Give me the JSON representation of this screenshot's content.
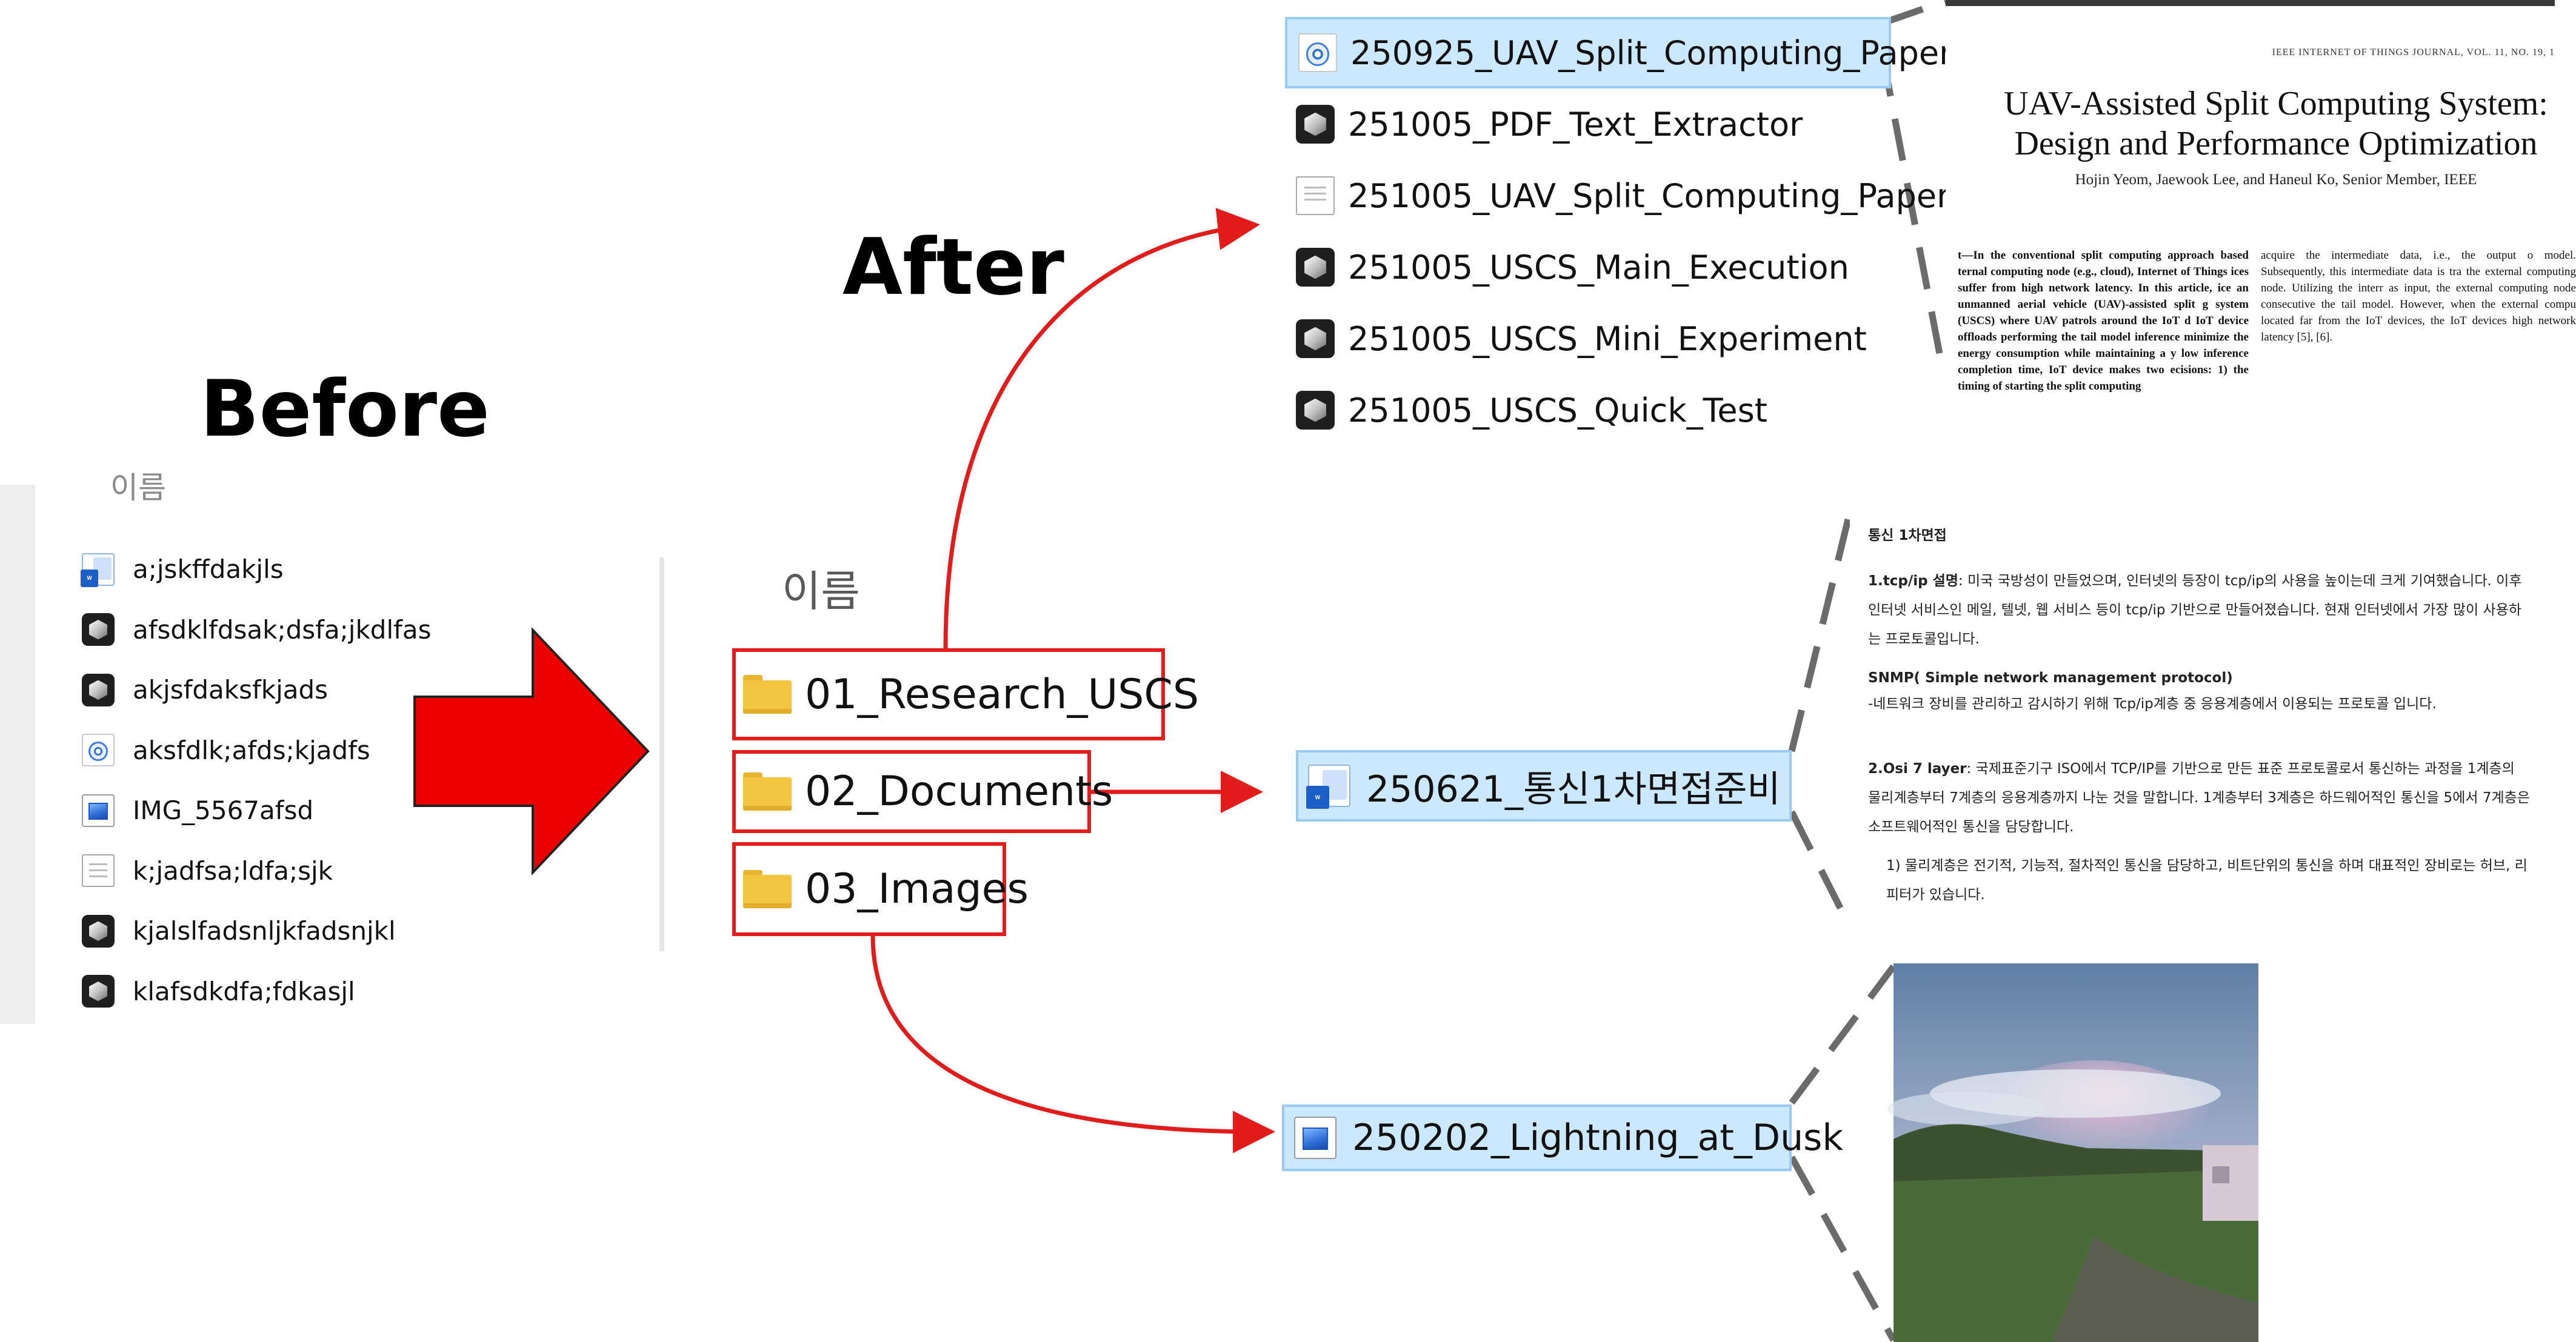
{
  "headings": {
    "before": "Before",
    "after": "After"
  },
  "before_panel": {
    "column_header": "이름",
    "files": [
      {
        "name": "a;jskffdakjls",
        "icon": "word-doc-icon"
      },
      {
        "name": "afsdklfdsak;dsfa;jkdlfas",
        "icon": "app-icon"
      },
      {
        "name": "akjsfdaksfkjads",
        "icon": "app-icon"
      },
      {
        "name": "aksfdlk;afds;kjadfs",
        "icon": "chrome-html-icon"
      },
      {
        "name": "IMG_5567afsd",
        "icon": "image-file-icon"
      },
      {
        "name": "k;jadfsa;ldfa;sjk",
        "icon": "text-doc-icon"
      },
      {
        "name": "kjalslfadsnljkfadsnjkl",
        "icon": "app-icon"
      },
      {
        "name": "klafsdkdfa;fdkasjl",
        "icon": "app-icon"
      }
    ]
  },
  "after_panel": {
    "column_header": "이름",
    "folders": [
      {
        "name": "01_Research_USCS",
        "icon": "folder-icon"
      },
      {
        "name": "02_Documents",
        "icon": "folder-icon"
      },
      {
        "name": "03_Images",
        "icon": "folder-icon"
      }
    ]
  },
  "research_files": [
    {
      "name": "250925_UAV_Split_Computing_Paper",
      "icon": "chrome-html-icon",
      "selected": true
    },
    {
      "name": "251005_PDF_Text_Extractor",
      "icon": "app-icon",
      "selected": false
    },
    {
      "name": "251005_UAV_Split_Computing_Paper",
      "icon": "text-doc-icon",
      "selected": false
    },
    {
      "name": "251005_USCS_Main_Execution",
      "icon": "app-icon",
      "selected": false
    },
    {
      "name": "251005_USCS_Mini_Experiment",
      "icon": "app-icon",
      "selected": false
    },
    {
      "name": "251005_USCS_Quick_Test",
      "icon": "app-icon",
      "selected": false
    }
  ],
  "documents_file": {
    "name": "250621_통신1차면접준비",
    "icon": "word-doc-icon"
  },
  "images_file": {
    "name": "250202_Lightning_at_Dusk",
    "icon": "image-file-icon"
  },
  "paper_preview": {
    "journal": "IEEE INTERNET OF THINGS JOURNAL, VOL. 11, NO. 19, 1",
    "title_line1": "UAV-Assisted Split Computing System:",
    "title_line2": "Design and Performance Optimization",
    "authors": "Hojin Yeom, Jaewook Lee, and Haneul Ko, Senior Member, IEEE",
    "abstract_left": "t—In the conventional split computing approach based ternal computing node (e.g., cloud), Internet of Things ices suffer from high network latency. In this article, ice an unmanned aerial vehicle (UAV)-assisted split g system (USCS) where UAV patrols around the IoT d IoT device offloads performing the tail model inference minimize the energy consumption while maintaining a y low inference completion time, IoT device makes two ecisions: 1) the timing of starting the split computing",
    "abstract_right": "acquire the intermediate data, i.e., the output o model. Subsequently, this intermediate data is tra the external computing node. Utilizing the interr as input, the external computing node consecutive the tail model. However, when the external compu located far from the IoT devices, the IoT devices high network latency [5], [6]."
  },
  "doc_preview": {
    "heading": "통신 1차면접",
    "p1_label": "1.tcp/ip 설명",
    "p1_text": ": 미국 국방성이 만들었으며, 인터넷의 등장이 tcp/ip의 사용을 높이는데 크게 기여했습니다. 이후 인터넷 서비스인 메일, 텔넷, 웹 서비스 등이 tcp/ip 기반으로 만들어졌습니다. 현재 인터넷에서 가장 많이 사용하는 프로토콜입니다.",
    "p2_label": "SNMP( Simple network management protocol)",
    "p2_text": "-네트워크 장비를 관리하고 감시하기 위해 Tcp/ip계층 중 응용계층에서 이용되는 프로토콜 입니다.",
    "p3_label": "2.Osi 7 layer",
    "p3_text": ": 국제표준기구 ISO에서 TCP/IP를 기반으로 만든 표준 프로토콜로서 통신하는 과정을 1계층의 물리계층부터 7계층의 응용계층까지 나눈 것을 말합니다. 1계층부터 3계층은 하드웨어적인 통신을 5에서 7계층은 소프트웨어적인 통신을 담당합니다.",
    "p4_text": "1)   물리계층은 전기적, 기능적, 절차적인 통신을 담당하고, 비트단위의 통신을 하며 대표적인 장비로는 허브, 리피터가 있습니다."
  },
  "colors": {
    "highlight_red": "#e21b1b",
    "selection_blue": "#cce8ff",
    "selection_border": "#99c9f5",
    "folder_yellow": "#f4c53f",
    "dash_gray": "#6b6b6b"
  }
}
